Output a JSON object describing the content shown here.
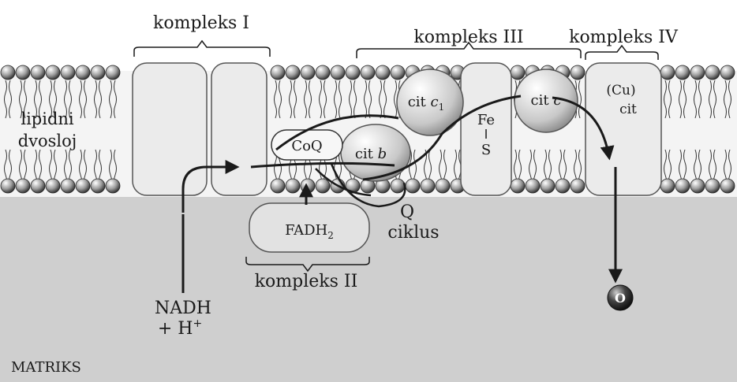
{
  "complexes": {
    "c1": "kompleks I",
    "c2": "kompleks II",
    "c3": "kompleks III",
    "c4": "kompleks IV"
  },
  "membrane": {
    "label_line1": "lipidni",
    "label_line2": "dvosloj"
  },
  "molecules": {
    "coq": "CoQ",
    "cit_b": "cit",
    "cit_b_sub": "b",
    "cit_c1": "cit",
    "cit_c1_sub": "c",
    "cit_c1_idx": "1",
    "fe": "Fe",
    "s": "S",
    "cit_c": "cit",
    "cit_c_sub": "c",
    "cu": "(Cu)",
    "cit_iv": "cit",
    "fadh2": "FADH",
    "fadh2_idx": "2",
    "o2": "O"
  },
  "cycle": {
    "q": "Q",
    "ciklus": "ciklus"
  },
  "nadh": {
    "line1": "NADH",
    "line2": "+ H",
    "sup": "+"
  },
  "region": {
    "matriks": "MATRIKS"
  },
  "colors": {
    "matrix": "#cfcfcf",
    "membrane": "#f4f4f4",
    "protein": "#e6e6e6",
    "ink": "#1a1a1a"
  }
}
